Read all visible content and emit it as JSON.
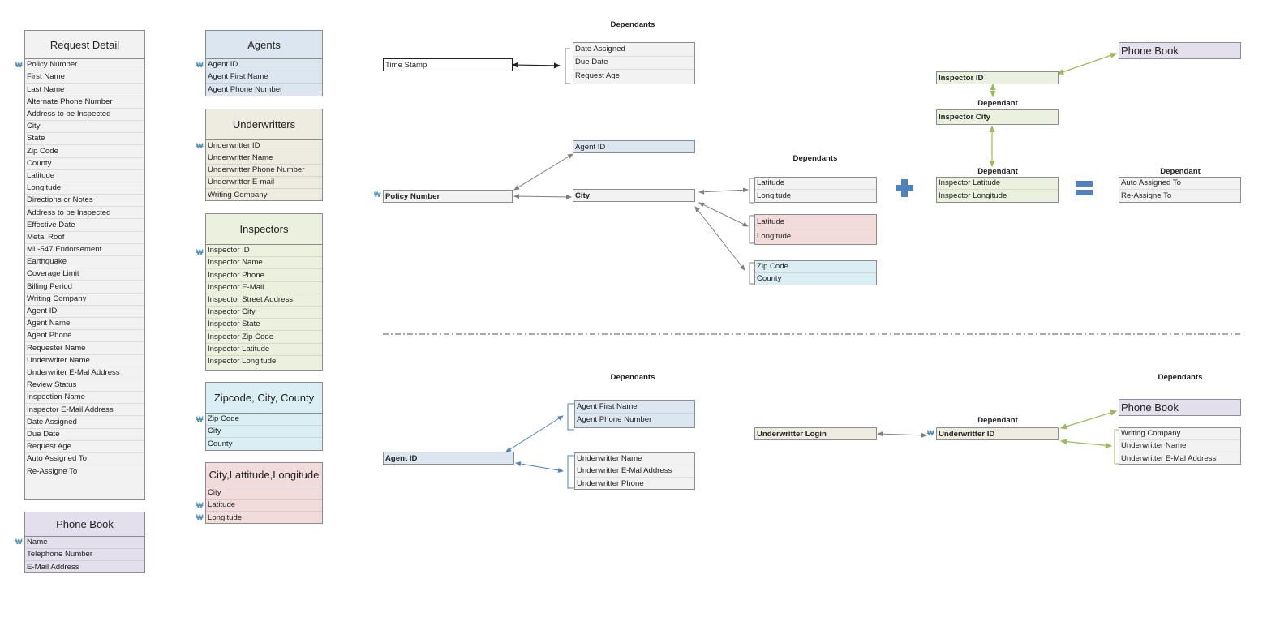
{
  "tables": {
    "request_detail": {
      "title": "Request Detail",
      "rows": [
        "Policy Number",
        "First Name",
        "Last Name",
        "Alternate Phone Number",
        "Address to be Inspected",
        "City",
        "State",
        "Zip Code",
        "County",
        "Latitude",
        "Longitude",
        "Directions or Notes",
        "Address to be Inspected",
        "Effective Date",
        "Metal Roof",
        "ML-547 Endorsement",
        "Earthquake",
        "Coverage Limit",
        "Billing Period",
        "Writing Company",
        "Agent ID",
        "Agent Name",
        "Agent Phone",
        "Requester Name",
        "Underwriter Name",
        "Underwriter E-Mal Address",
        "Review Status",
        "Inspection Name",
        "Inspector E-Mail Address",
        "Date Assigned",
        "Due Date",
        "Request Age",
        "Auto Assigned To",
        "Re-Assigne To"
      ]
    },
    "phone_book": {
      "title": "Phone Book",
      "rows": [
        "Name",
        "Telephone Number",
        "E-Mail Address"
      ]
    },
    "agents": {
      "title": "Agents",
      "rows": [
        "Agent ID",
        "Agent First Name",
        "Agent Phone Number"
      ]
    },
    "underwriters": {
      "title": "Underwritters",
      "rows": [
        "Underwritter ID",
        "Underwritter  Name",
        "Underwritter Phone Number",
        "Underwritter E-mail",
        "Writing Company"
      ]
    },
    "inspectors": {
      "title": "Inspectors",
      "rows": [
        "Inspector  ID",
        "Inspector  Name",
        "Inspector Phone",
        "Inspector E-Mail",
        "Inspector Street Address",
        "Inspector City",
        "Inspector State",
        "Inspector Zip Code",
        "Inspector Latitude",
        "Inspector Longitude"
      ]
    },
    "zipcode": {
      "title": "Zipcode, City, County",
      "rows": [
        "Zip Code",
        "City",
        "County"
      ]
    },
    "city_latlon": {
      "title": "City,Lattitude,Longitude",
      "rows": [
        "City",
        "Latitude",
        "Longitude"
      ]
    }
  },
  "key_symbol": "₩",
  "dependants_label": "Dependants",
  "dependant_label": "Dependant",
  "diagram": {
    "time_stamp": "Time Stamp",
    "dates_group": [
      "Date Assigned",
      "Due Date",
      "Request Age"
    ],
    "agent_id_box": "Agent ID",
    "policy_number": "Policy Number",
    "city_box": "City",
    "latlon_group": [
      "Latitude",
      "Longitude"
    ],
    "latlon_pink_group": [
      "Latitude",
      "Longitude"
    ],
    "zip_group": [
      "Zip Code",
      "County"
    ],
    "inspector_id": "Inspector  ID",
    "inspector_city": "Inspector City",
    "inspector_latlon": [
      "Inspector Latitude",
      "Inspector Longitude"
    ],
    "auto_assign": [
      "Auto Assigned To",
      "Re-Assigne To"
    ],
    "phone_book_1": "Phone Book",
    "agent_id_bold": "Agent ID",
    "agent_names": [
      "Agent First Name",
      "Agent Phone Number"
    ],
    "uw_details": [
      "Underwritter Name",
      "Underwritter E-Mal Address",
      "Underwritter Phone"
    ],
    "uw_login": "Underwritter Login",
    "uw_id": "Underwritter ID",
    "phone_book_2": "Phone Book",
    "uw_group": [
      "Writing Company",
      "Underwritter Name",
      "Underwritter E-Mal Address"
    ]
  },
  "colors": {
    "gray": "#f2f2f2",
    "blue": "#dce6f1",
    "tan": "#eeece1",
    "green": "#ebf1de",
    "cyan": "#daeef3",
    "pink": "#f2dcdb",
    "purple": "#e4dfec",
    "arrow_gray": "#808080",
    "arrow_blue": "#4f81bd",
    "arrow_green": "#9bbb59"
  }
}
